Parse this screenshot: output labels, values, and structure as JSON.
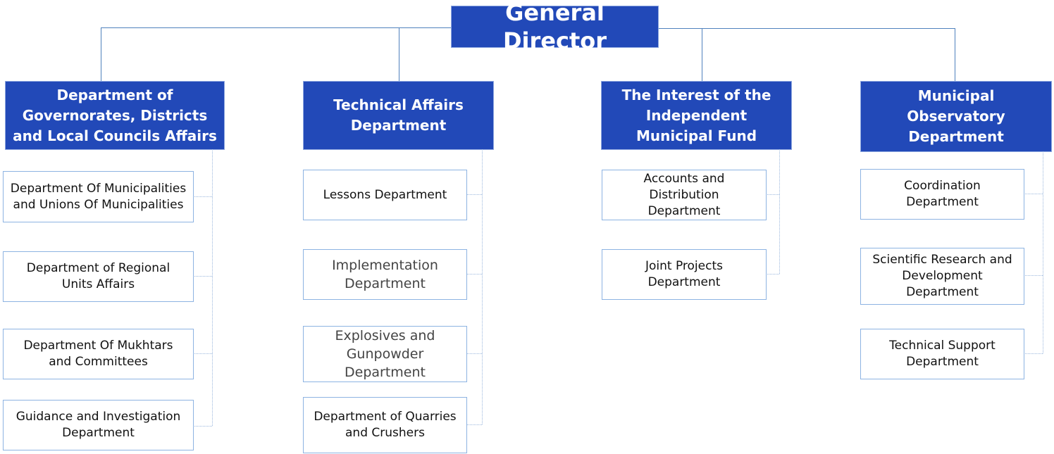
{
  "colors": {
    "header_fill": "#2249b8",
    "header_text": "#ffffff",
    "child_border": "#8db3e2",
    "connector": "#4f81bd"
  },
  "root": {
    "label": "General Director"
  },
  "departments": [
    {
      "label": "Department of Governorates, Districts and Local Councils Affairs",
      "children": [
        "Department Of Municipalities and Unions Of Municipalities",
        "Department of Regional Units Affairs",
        "Department Of Mukhtars and Committees",
        "Guidance and Investigation Department"
      ]
    },
    {
      "label": "Technical Affairs Department",
      "children": [
        "Lessons Department",
        "Implementation Department",
        "Explosives and Gunpowder Department",
        "Department of Quarries and Crushers"
      ]
    },
    {
      "label": "The Interest of the Independent Municipal Fund",
      "children": [
        "Accounts and Distribution Department",
        "Joint Projects Department"
      ]
    },
    {
      "label": "Municipal Observatory Department",
      "children": [
        "Coordination Department",
        "Scientific Research and Development Department",
        "Technical Support Department"
      ]
    }
  ]
}
